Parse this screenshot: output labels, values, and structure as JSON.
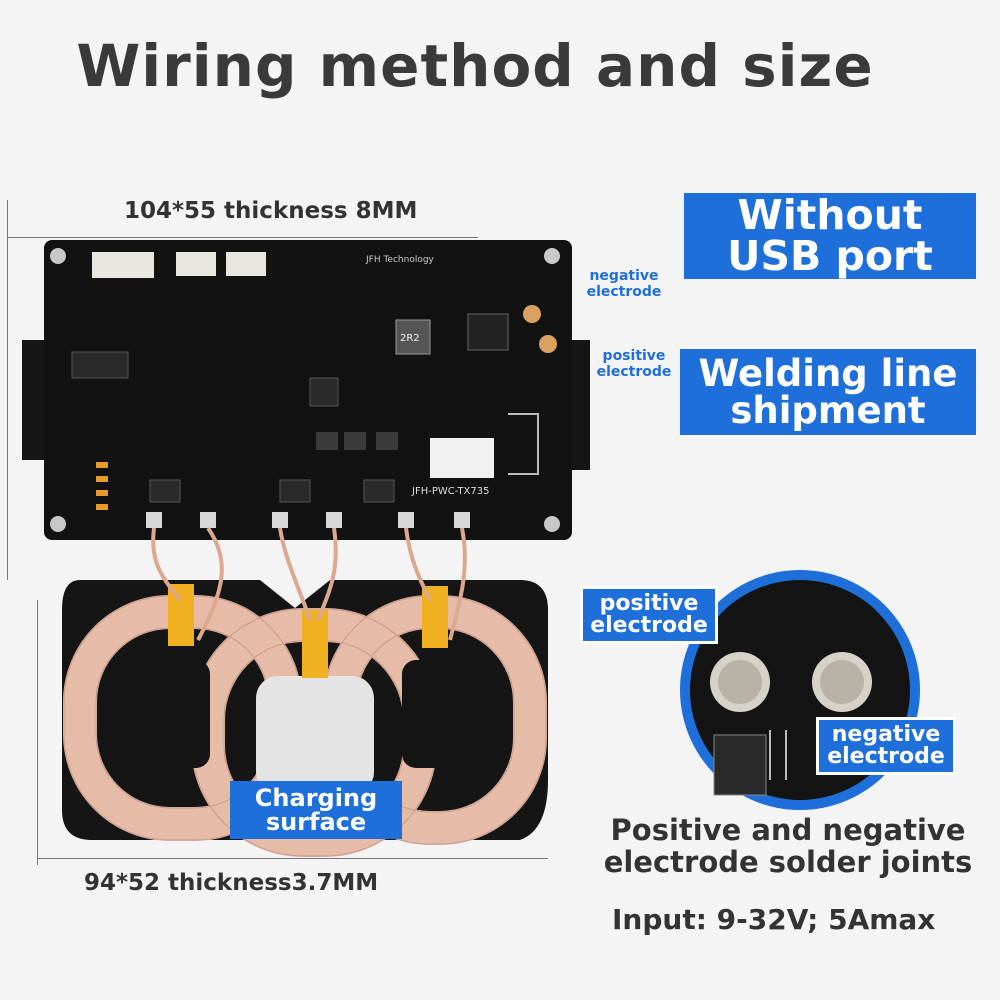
{
  "title": "Wiring method and size",
  "pcb_size": "104*55 thickness 8MM",
  "coil_size": "94*52  thickness3.7MM",
  "badges": {
    "no_usb": "Without USB port",
    "welding": "Welding line shipment",
    "charging": "Charging surface"
  },
  "board_labels": {
    "negative": "negative electrode",
    "positive": "positive electrode",
    "model": "JFH-PWC-TX735",
    "brand": "JFH Technology",
    "inductor": "2R2"
  },
  "zoom": {
    "positive": "positive electrode",
    "negative": "negative electrode",
    "caption": "Positive and negative electrode solder joints"
  },
  "input_spec": "Input: 9-32V; 5Amax",
  "colors": {
    "accent": "#1e6fd9",
    "pcb": "#111111",
    "coil": "#e8bfae",
    "tape": "#f0b020"
  }
}
